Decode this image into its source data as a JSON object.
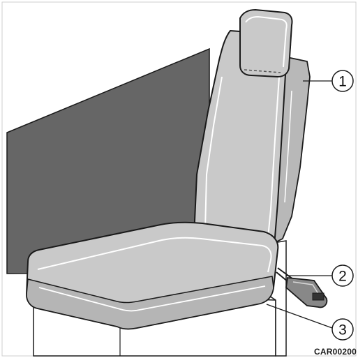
{
  "callouts": [
    {
      "label": "1",
      "part": "backrest"
    },
    {
      "label": "2",
      "part": "seat-belt-buckle"
    },
    {
      "label": "3",
      "part": "seat-cushion"
    }
  ],
  "reference_code": "CAR00200",
  "colors": {
    "background": "#ffffff",
    "wall_panel": "#666666",
    "seat_fill": "#c9c9c9",
    "seat_shade": "#b5b5b5",
    "outline": "#1a1a1a",
    "highlight": "#ffffff"
  }
}
